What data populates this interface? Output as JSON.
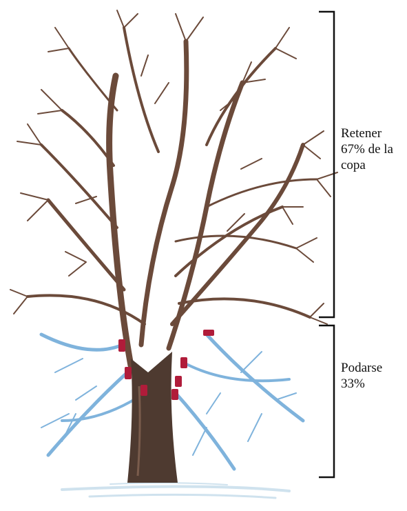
{
  "diagram": {
    "retain": {
      "lines": [
        "Retener",
        "67% de la",
        "copa"
      ],
      "color": "#6b4a3a"
    },
    "prune": {
      "lines": [
        "Podarse",
        "33%"
      ],
      "color": "#7fb3dc"
    },
    "cut_mark_color": "#b01c3a",
    "trunk_color": "#4e3a30",
    "bracket_color": "#111111"
  }
}
